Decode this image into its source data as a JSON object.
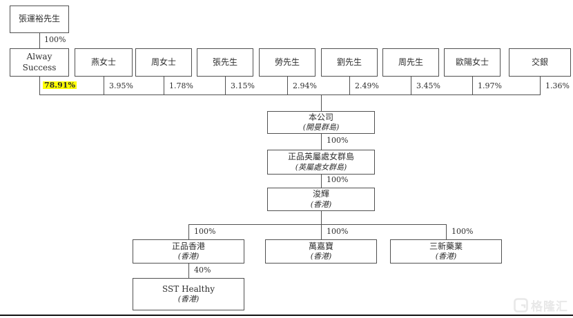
{
  "colors": {
    "line": "#4f4f4f",
    "text": "#2e2e2e",
    "highlight": "#ffff00",
    "watermark": "#e8e8e8",
    "rule": "#111111"
  },
  "diagram": {
    "ultimate_owner": {
      "name": "張運裕先生",
      "ownership": "100%"
    },
    "shareholders": [
      {
        "name": "Alway Success",
        "pct": "78.91%"
      },
      {
        "name": "燕女士",
        "pct": "3.95%"
      },
      {
        "name": "周女士",
        "pct": "1.78%"
      },
      {
        "name": "張先生",
        "pct": "3.15%"
      },
      {
        "name": "勞先生",
        "pct": "2.94%"
      },
      {
        "name": "劉先生",
        "pct": "2.49%"
      },
      {
        "name": "周先生",
        "pct": "3.45%"
      },
      {
        "name": "歐陽女士",
        "pct": "1.97%"
      },
      {
        "name": "交銀",
        "pct": "1.36%"
      }
    ],
    "chain": [
      {
        "name": "本公司",
        "jurisdiction": "(開曼群島)"
      },
      {
        "name": "正品英屬處女群島",
        "jurisdiction": "(英屬處女群島)",
        "pct": "100%"
      },
      {
        "name": "浚輝",
        "jurisdiction": "(香港)",
        "pct": "100%"
      }
    ],
    "subsidiaries": [
      {
        "name": "正品香港",
        "jurisdiction": "(香港)",
        "pct": "100%"
      },
      {
        "name": "萬嘉寶",
        "jurisdiction": "(香港)",
        "pct": "100%"
      },
      {
        "name": "三新藥業",
        "jurisdiction": "(香港)",
        "pct": "100%"
      }
    ],
    "joint_venture": {
      "name": "SST Healthy",
      "jurisdiction": "(香港)",
      "pct": "40%"
    },
    "watermark": "格隆汇"
  }
}
